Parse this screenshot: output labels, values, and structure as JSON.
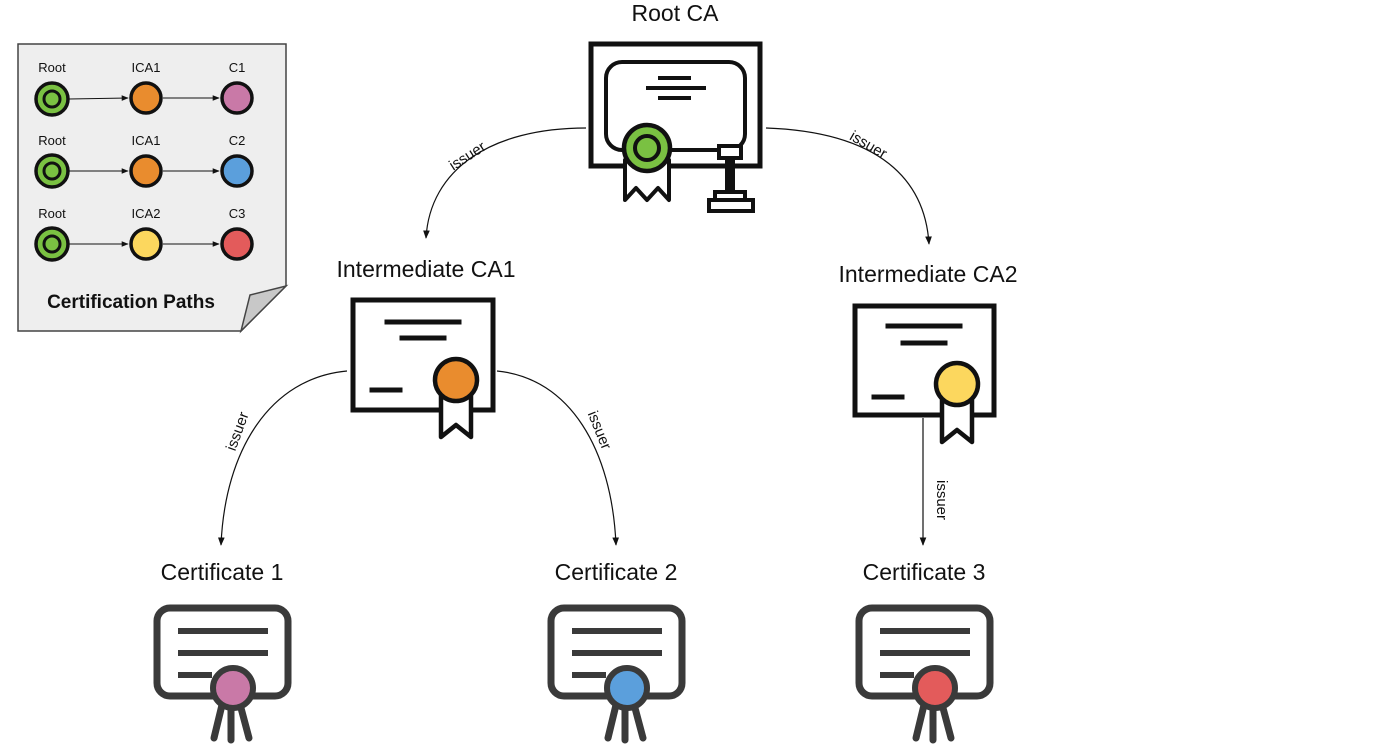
{
  "diagram": {
    "nodes": {
      "root": {
        "label": "Root CA",
        "seal_color": "#7ac142"
      },
      "ica1": {
        "label": "Intermediate CA1",
        "seal_color": "#e98c2e"
      },
      "ica2": {
        "label": "Intermediate CA2",
        "seal_color": "#fcd75e"
      },
      "c1": {
        "label": "Certificate 1",
        "seal_color": "#c979a7"
      },
      "c2": {
        "label": "Certificate 2",
        "seal_color": "#5b9fdc"
      },
      "c3": {
        "label": "Certificate 3",
        "seal_color": "#e35b5b"
      }
    },
    "edges": [
      {
        "from": "Root CA",
        "to": "Intermediate CA1",
        "label": "issuer"
      },
      {
        "from": "Root CA",
        "to": "Intermediate CA2",
        "label": "issuer"
      },
      {
        "from": "Intermediate CA1",
        "to": "Certificate 1",
        "label": "issuer"
      },
      {
        "from": "Intermediate CA1",
        "to": "Certificate 2",
        "label": "issuer"
      },
      {
        "from": "Intermediate CA2",
        "to": "Certificate 3",
        "label": "issuer"
      }
    ]
  },
  "legend": {
    "title": "Certification Paths",
    "paths": [
      {
        "labels": [
          "Root",
          "ICA1",
          "C1"
        ],
        "colors": [
          "#7ac142",
          "#e98c2e",
          "#c979a7"
        ]
      },
      {
        "labels": [
          "Root",
          "ICA1",
          "C2"
        ],
        "colors": [
          "#7ac142",
          "#e98c2e",
          "#5b9fdc"
        ]
      },
      {
        "labels": [
          "Root",
          "ICA2",
          "C3"
        ],
        "colors": [
          "#7ac142",
          "#fcd75e",
          "#e35b5b"
        ]
      }
    ]
  }
}
